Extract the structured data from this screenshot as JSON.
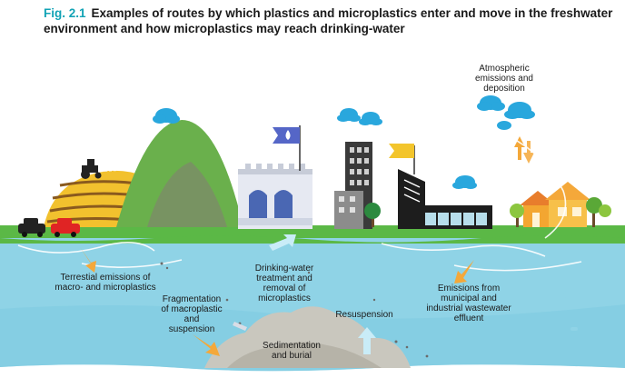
{
  "figure": {
    "number": "Fig. 2.1",
    "title": "Examples of routes by which plastics and microplastics enter and move in the freshwater environment and how microplastics may reach drinking-water"
  },
  "labels": {
    "atmospheric": "Atmospheric emissions and deposition",
    "terrestrial": "Terrestial emissions of macro- and microplastics",
    "drinking_water": "Drinking-water treatment and removal of microplastics",
    "fragmentation": "Fragmentation of macroplastic and suspension",
    "resuspension": "Resuspension",
    "sedimentation": "Sedimentation and burial",
    "wastewater": "Emissions from municipal and industrial wastewater effluent"
  },
  "colors": {
    "title_accent": "#12a3b5",
    "water": "#8fd3e6",
    "water_deep": "#6cc3dc",
    "grass": "#5bb846",
    "hill": "#6ab04c",
    "arrow_orange": "#f4a83a",
    "arrow_blue": "#c9ecf7",
    "cloud": "#29a7dd",
    "sediment": "#c9c7be"
  },
  "icons": [
    "tractor-icon",
    "car-icon",
    "flag-icon",
    "cloud-icon",
    "house-icon",
    "tree-icon",
    "factory-icon"
  ]
}
